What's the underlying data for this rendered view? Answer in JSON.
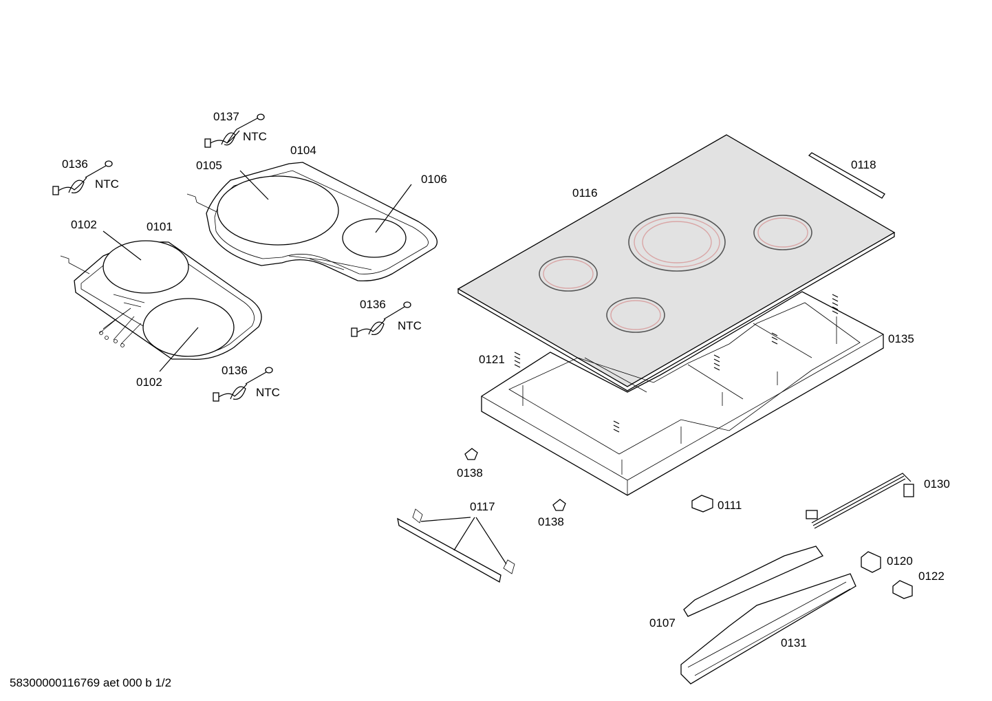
{
  "diagram": {
    "labels": [
      {
        "id": "l0137",
        "text": "0137"
      },
      {
        "id": "lntc1",
        "text": "NTC"
      },
      {
        "id": "l0136a",
        "text": "0136"
      },
      {
        "id": "lntc2",
        "text": "NTC"
      },
      {
        "id": "l0104",
        "text": "0104"
      },
      {
        "id": "l0105",
        "text": "0105"
      },
      {
        "id": "l0106",
        "text": "0106"
      },
      {
        "id": "l0102a",
        "text": "0102"
      },
      {
        "id": "l0101",
        "text": "0101"
      },
      {
        "id": "l0102b",
        "text": "0102"
      },
      {
        "id": "l0136b",
        "text": "0136"
      },
      {
        "id": "lntc3",
        "text": "NTC"
      },
      {
        "id": "l0136c",
        "text": "0136"
      },
      {
        "id": "lntc4",
        "text": "NTC"
      },
      {
        "id": "l0116",
        "text": "0116"
      },
      {
        "id": "l0118",
        "text": "0118"
      },
      {
        "id": "l0135",
        "text": "0135"
      },
      {
        "id": "l0121",
        "text": "0121"
      },
      {
        "id": "l0138a",
        "text": "0138"
      },
      {
        "id": "l0138b",
        "text": "0138"
      },
      {
        "id": "l0117",
        "text": "0117"
      },
      {
        "id": "l0111",
        "text": "0111"
      },
      {
        "id": "l0130",
        "text": "0130"
      },
      {
        "id": "l0120",
        "text": "0120"
      },
      {
        "id": "l0122",
        "text": "0122"
      },
      {
        "id": "l0107",
        "text": "0107"
      },
      {
        "id": "l0131",
        "text": "0131"
      }
    ],
    "footer": "58300000116769 aet 000 b 1/2"
  }
}
